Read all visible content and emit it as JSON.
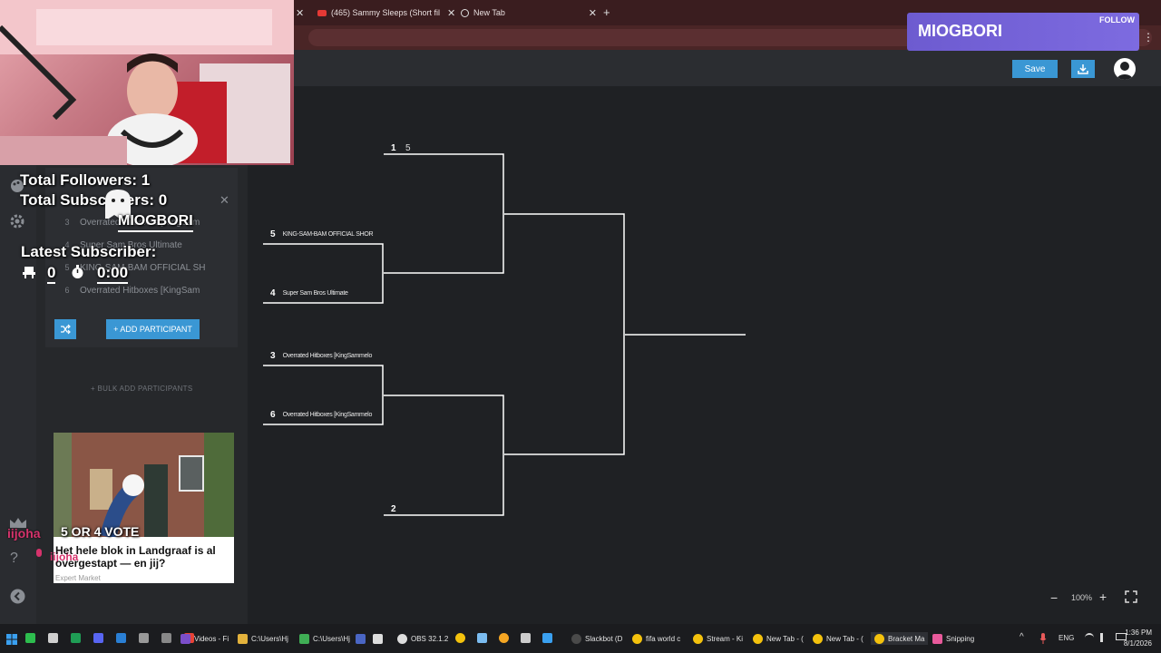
{
  "browser": {
    "tabs": [
      {
        "label": "(465) Sammy Sleeps (Short fil"
      },
      {
        "label": "New Tab"
      }
    ],
    "new_tab_symbol": "+",
    "close_symbol": "✕",
    "menu_symbol": "⋮"
  },
  "header": {
    "save_label": "Save"
  },
  "sidebar": {
    "participants": [
      {
        "num": "3",
        "name": "Overrated Hitboxes [KingSam"
      },
      {
        "num": "4",
        "name": "Super Sam Bros Ultimate"
      },
      {
        "num": "5",
        "name": "KING-SAM-BAM OFFICIAL SH"
      },
      {
        "num": "6",
        "name": "Overrated Hitboxes [KingSam"
      }
    ],
    "add_participant_label": "+ ADD PARTICIPANT",
    "bulk_add_label": "+ BULK ADD PARTICIPANTS"
  },
  "bracket": {
    "matches": [
      {
        "seed": "1",
        "name": "",
        "score": "5"
      },
      {
        "seed": "5",
        "name": "KING-SAM-BAM OFFICIAL SHOR",
        "score": ""
      },
      {
        "seed": "4",
        "name": "Super Sam Bros Ultimate",
        "score": ""
      },
      {
        "seed": "3",
        "name": "Overrated Hitboxes [KingSammelo",
        "score": ""
      },
      {
        "seed": "6",
        "name": "Overrated Hitboxes [KingSammelo",
        "score": ""
      },
      {
        "seed": "2",
        "name": "",
        "score": ""
      }
    ]
  },
  "zoom": {
    "minus": "−",
    "level": "100%",
    "plus": "+"
  },
  "overlay": {
    "follow_name": "MIOGBORI",
    "follow_label": "FOLLOW",
    "total_followers": "Total Followers: 1",
    "total_subscribers": "Total Subscribers: 0",
    "overlay_name": "MIOGBORI",
    "latest_subscriber": "Latest Subscriber:",
    "counter_value": "0",
    "timer_value": "0:00",
    "chat_user": "iijoha",
    "vote_text": "5 OR 4 VOTE",
    "ad_headline": "Het hele blok in Landgraaf is al overgestapt — en jij?",
    "ad_source": "Expert Market"
  },
  "taskbar": {
    "items": [
      {
        "label": "Videos - Fi",
        "color": "#7b4ec9"
      },
      {
        "label": "C:\\Users\\Hj",
        "color": "#e3b23c"
      },
      {
        "label": "C:\\Users\\Hj",
        "color": "#3fae55"
      },
      {
        "label": "OBS 32.1.2",
        "color": "#dddddd"
      },
      {
        "label": "Slackbot (D",
        "color": "#4a4a4a"
      },
      {
        "label": "fifa world c",
        "color": "#f4c20d"
      },
      {
        "label": "Stream - Ki",
        "color": "#f4c20d"
      },
      {
        "label": "New Tab - (",
        "color": "#f4c20d"
      },
      {
        "label": "New Tab - (",
        "color": "#f4c20d"
      },
      {
        "label": "Bracket Ma",
        "color": "#f4c20d"
      },
      {
        "label": "Snipping",
        "color": "#e85a9b"
      }
    ],
    "lang": "ENG",
    "time": "1:36 PM",
    "date": "8/1/2026"
  },
  "colors": {
    "accent": "#3a97d4",
    "follow": "#6d5bd0",
    "bracket_line": "#ffffff"
  }
}
